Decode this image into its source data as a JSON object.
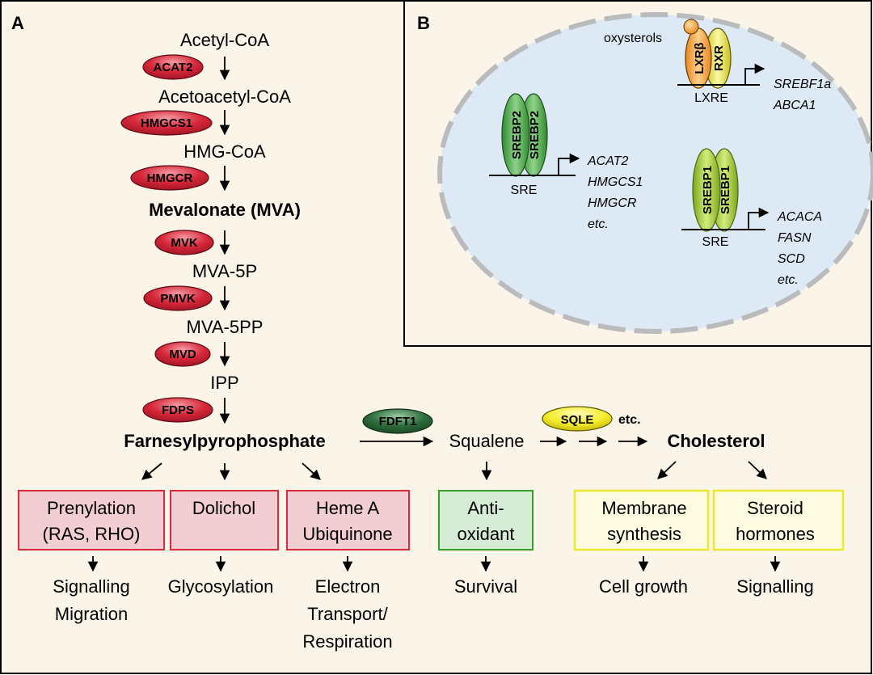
{
  "panel_a": {
    "label": "A",
    "pathway": [
      {
        "metabolite": "Acetyl-CoA",
        "enzyme": "ACAT2"
      },
      {
        "metabolite": "Acetoacetyl-CoA",
        "enzyme": "HMGCS1"
      },
      {
        "metabolite": "HMG-CoA",
        "enzyme": "HMGCR"
      },
      {
        "metabolite": "Mevalonate (MVA)",
        "enzyme": "MVK"
      },
      {
        "metabolite": "MVA-5P",
        "enzyme": "PMVK"
      },
      {
        "metabolite": "MVA-5PP",
        "enzyme": "MVD"
      },
      {
        "metabolite": "IPP",
        "enzyme": "FDPS"
      }
    ],
    "fpp": "Farnesylpyrophosphate",
    "branch_enzyme": "FDFT1",
    "squalene": "Squalene",
    "sqle": "SQLE",
    "etc": "etc.",
    "cholesterol": "Cholesterol",
    "boxes": {
      "prenylation": [
        "Prenylation",
        "(RAS, RHO)"
      ],
      "dolichol": [
        "Dolichol"
      ],
      "heme": [
        "Heme A",
        "Ubiquinone"
      ],
      "antioxidant": [
        "Anti-",
        "oxidant"
      ],
      "membrane": [
        "Membrane",
        "synthesis"
      ],
      "steroid": [
        "Steroid",
        "hormones"
      ]
    },
    "outcomes": {
      "prenylation": [
        "Signalling",
        "Migration"
      ],
      "dolichol": [
        "Glycosylation"
      ],
      "heme": [
        "Electron",
        "Transport/",
        "Respiration"
      ],
      "antioxidant": [
        "Survival"
      ],
      "membrane": [
        "Cell growth"
      ],
      "steroid": [
        "Signalling"
      ]
    }
  },
  "panel_b": {
    "label": "B",
    "oxysterols": "oxysterols",
    "lxr": {
      "factors": [
        "LXRβ",
        "RXR"
      ],
      "element": "LXRE",
      "targets": [
        "SREBF1a",
        "ABCA1"
      ]
    },
    "srebp2": {
      "factors": [
        "SREBP2",
        "SREBP2"
      ],
      "element": "SRE",
      "targets": [
        "ACAT2",
        "HMGCS1",
        "HMGCR",
        "etc."
      ]
    },
    "srebp1": {
      "factors": [
        "SREBP1",
        "SREBP1"
      ],
      "element": "SRE",
      "targets": [
        "ACACA",
        "FASN",
        "SCD",
        "etc."
      ]
    }
  },
  "colors": {
    "background": "#fbf5e9",
    "enzyme_red": "#d7283a",
    "enzyme_green": "#2e6e3c",
    "sqle_yellow": "#f5ec2a",
    "box_red_fill": "#f2cdd1",
    "box_red_border": "#d92b3c",
    "box_green_fill": "#d6ecd6",
    "box_green_border": "#33a02c",
    "box_yellow_fill": "#fdfbe0",
    "box_yellow_border": "#ebe830",
    "nucleus_fill": "#dde9f4",
    "nucleus_border": "#b9bbbd"
  }
}
